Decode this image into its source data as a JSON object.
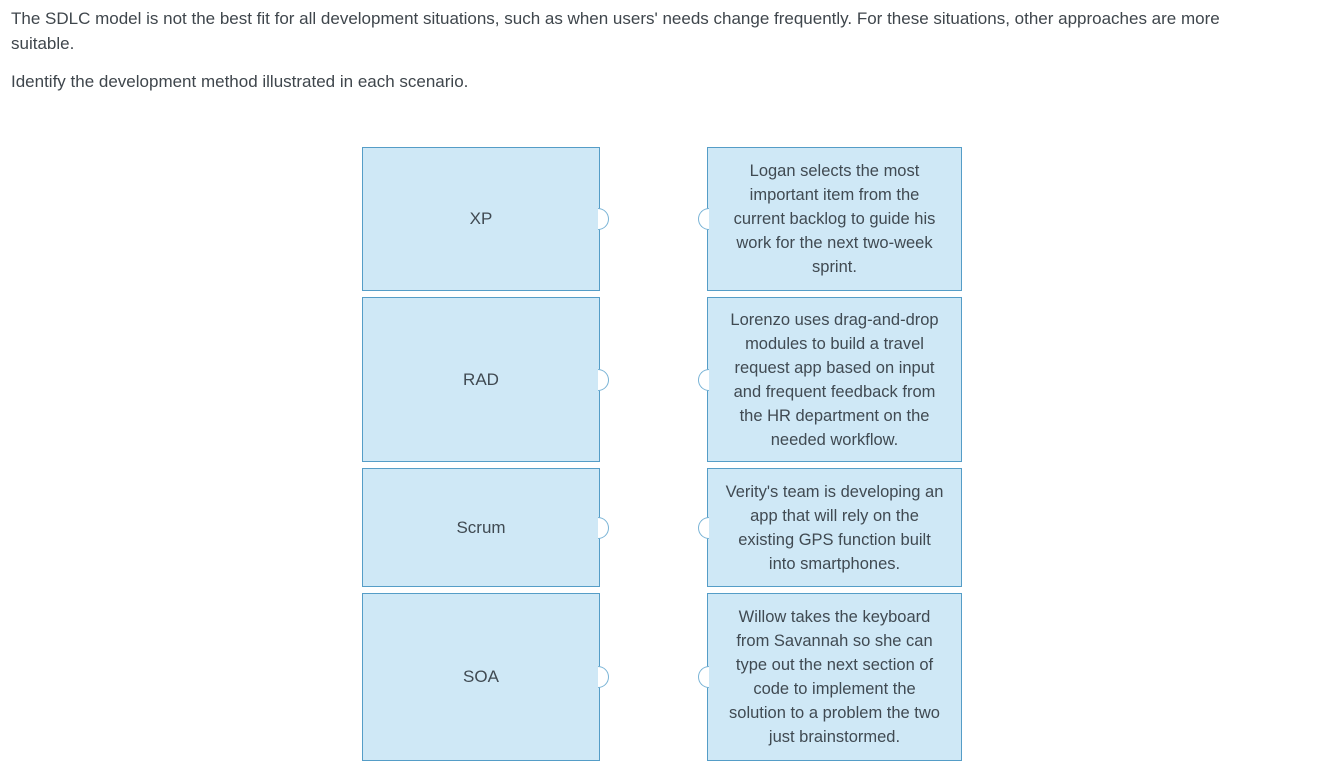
{
  "header": {
    "intro": "The SDLC model is not the best fit for all development situations, such as when users' needs change frequently. For these situations, other approaches are more\nsuitable.",
    "instruction": "Identify the development method illustrated in each scenario."
  },
  "colors": {
    "box_fill": "#cfe8f6",
    "box_border": "#559dc7",
    "tab_border": "#7ab4d6",
    "text": "#404a52",
    "header_text": "#3f464c"
  },
  "pairs": [
    {
      "method": "XP",
      "scenario": "Logan selects the most\nimportant item from the\ncurrent backlog to guide his\nwork for the next two-week\nsprint."
    },
    {
      "method": "RAD",
      "scenario": "Lorenzo uses drag-and-drop\nmodules to build a travel\nrequest app based on input\nand frequent feedback from\nthe HR department on the\nneeded workflow."
    },
    {
      "method": "Scrum",
      "scenario": "Verity's team is developing an\napp that will rely on the\nexisting GPS function built\ninto smartphones."
    },
    {
      "method": "SOA",
      "scenario": "Willow takes the keyboard\nfrom Savannah so she can\ntype out the next section of\ncode to implement the\nsolution to a problem the two\njust brainstormed."
    }
  ]
}
